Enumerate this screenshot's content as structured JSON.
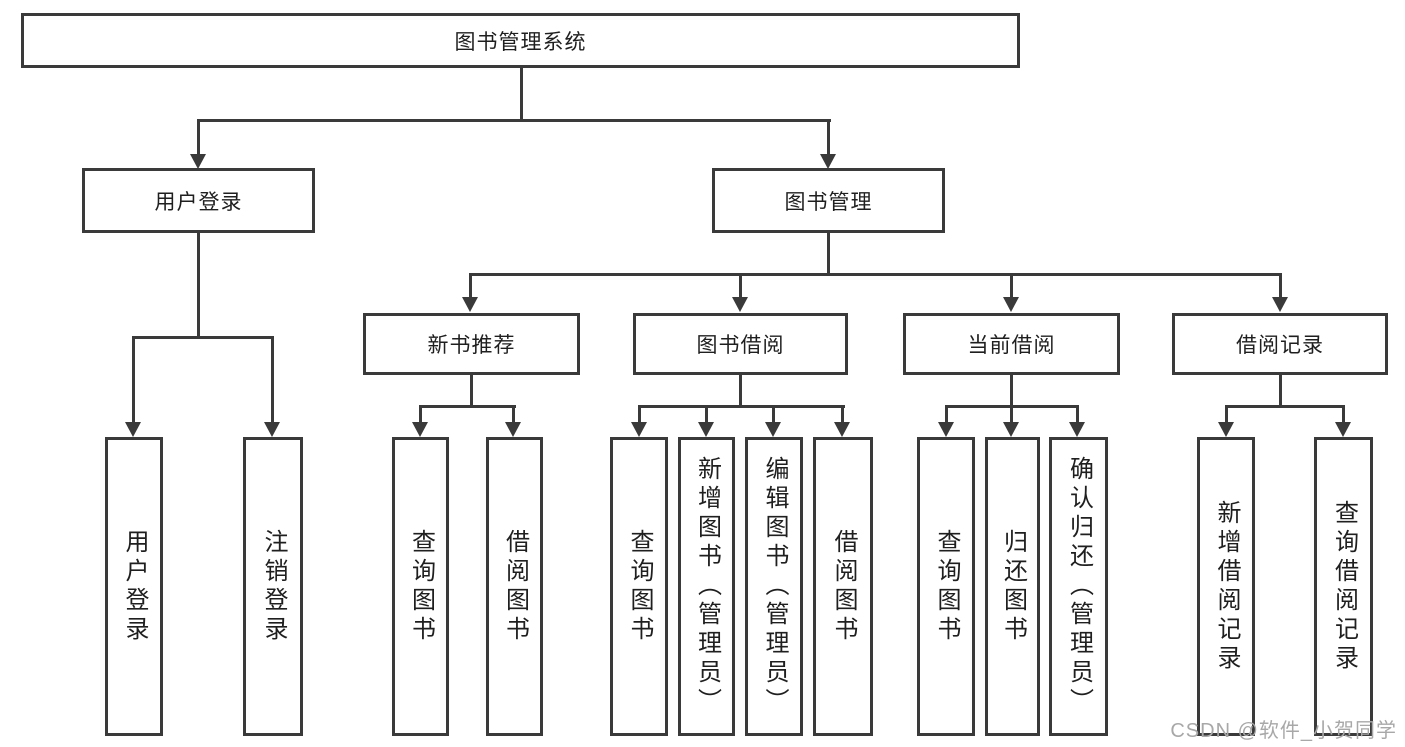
{
  "tree": {
    "root": {
      "label": "图书管理系统",
      "children": [
        {
          "label": "用户登录",
          "children": [
            {
              "label": "用户登录"
            },
            {
              "label": "注销登录"
            }
          ]
        },
        {
          "label": "图书管理",
          "children": [
            {
              "label": "新书推荐",
              "children": [
                {
                  "label": "查询图书"
                },
                {
                  "label": "借阅图书"
                }
              ]
            },
            {
              "label": "图书借阅",
              "children": [
                {
                  "label": "查询图书"
                },
                {
                  "label": "新增图书（管理员）"
                },
                {
                  "label": "编辑图书（管理员）"
                },
                {
                  "label": "借阅图书"
                }
              ]
            },
            {
              "label": "当前借阅",
              "children": [
                {
                  "label": "查询图书"
                },
                {
                  "label": "归还图书"
                },
                {
                  "label": "确认归还（管理员）"
                }
              ]
            },
            {
              "label": "借阅记录",
              "children": [
                {
                  "label": "新增借阅记录"
                },
                {
                  "label": "查询借阅记录"
                }
              ]
            }
          ]
        }
      ]
    }
  },
  "watermark": {
    "text": "CSDN @软件_小贺同学"
  },
  "colors": {
    "line": "#3a3a3a",
    "text": "#1f1f1f",
    "background": "#ffffff",
    "watermark": "#a8a8a8"
  }
}
